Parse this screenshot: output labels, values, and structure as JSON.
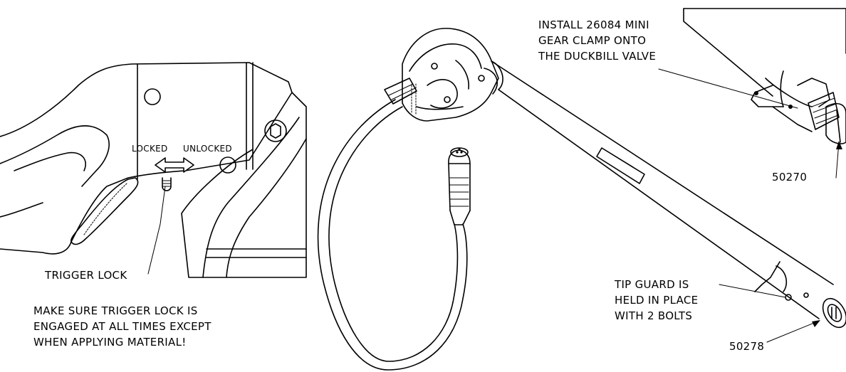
{
  "labels": {
    "locked": "LOCKED",
    "unlocked": "UNLOCKED",
    "trigger_lock": "TRIGGER LOCK",
    "warning_line1": "MAKE SURE TRIGGER LOCK IS",
    "warning_line2": "ENGAGED AT ALL TIMES EXCEPT",
    "warning_line3": "WHEN APPLYING MATERIAL!",
    "install_line1": "INSTALL 26084 MINI",
    "install_line2": "GEAR CLAMP ONTO",
    "install_line3": "THE DUCKBILL VALVE",
    "part_50270": "50270",
    "tip_line1": "TIP GUARD IS",
    "tip_line2": "HELD IN PLACE",
    "tip_line3": "WITH 2 BOLTS",
    "part_50278": "50278"
  }
}
